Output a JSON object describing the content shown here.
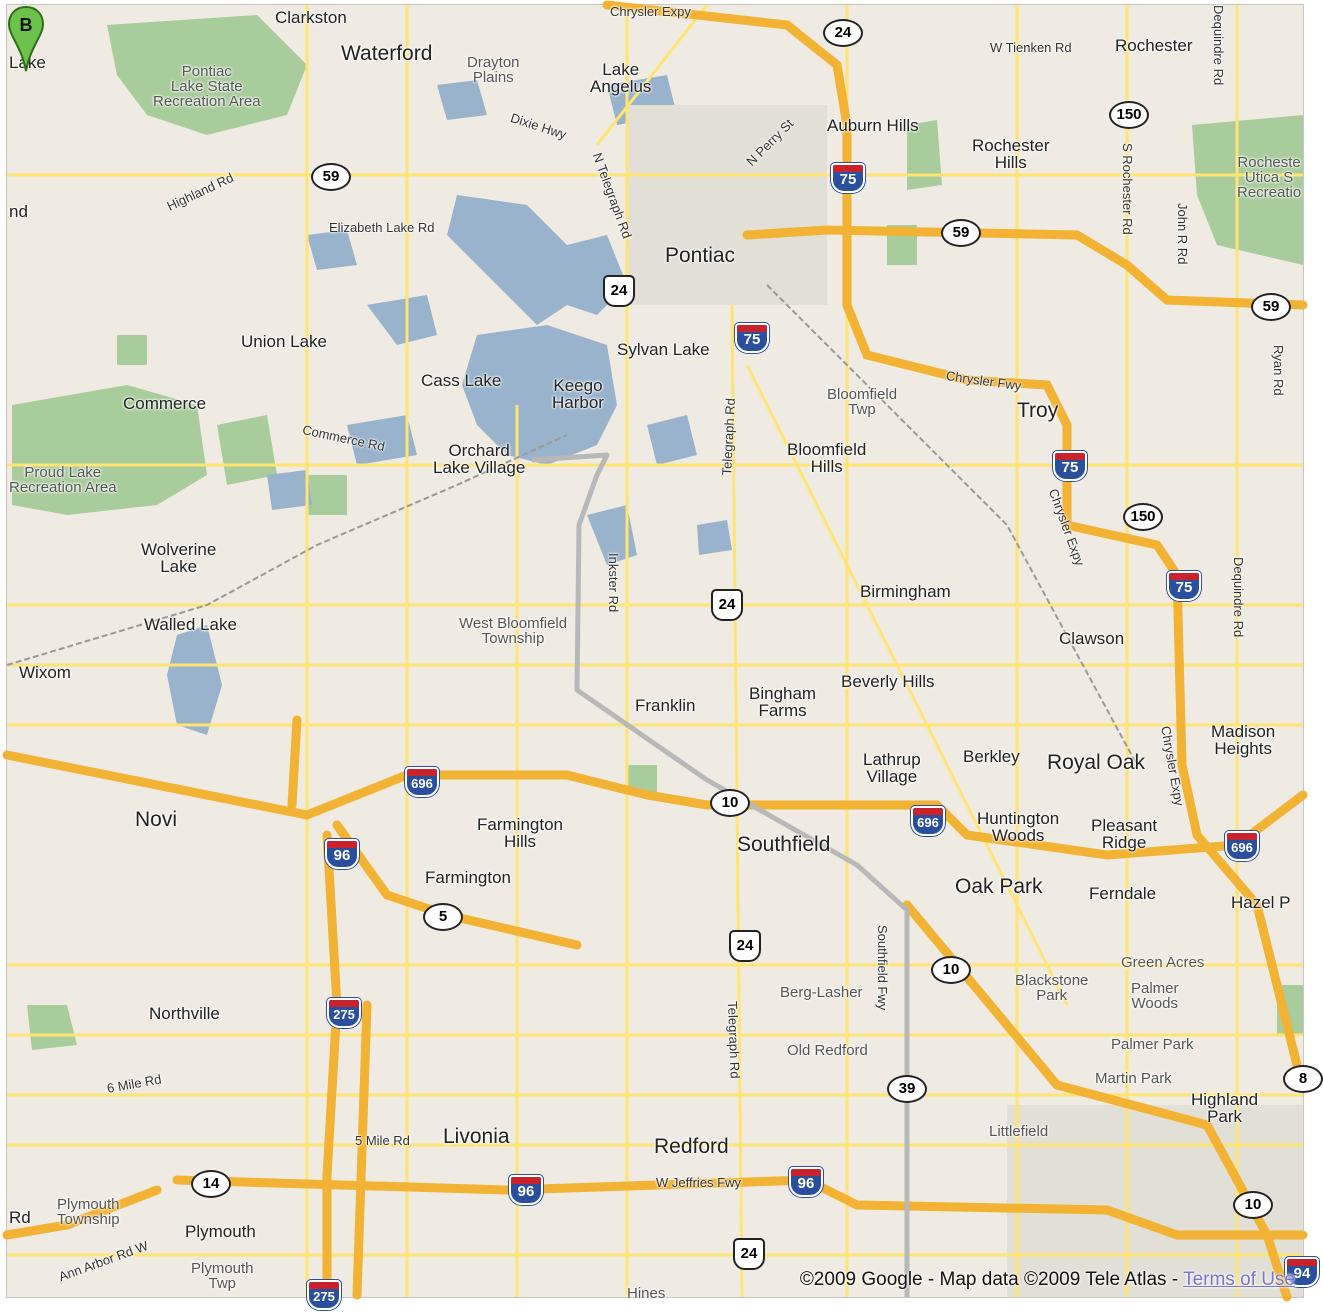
{
  "map": {
    "colors": {
      "land": "#efebe2",
      "water": "#99b3cc",
      "park": "#9cc78f",
      "freeway": "#f2b233",
      "arterial": "#ffe472",
      "local": "#ffffff",
      "route": "#b8b8b8",
      "marker": "#6cc24a"
    },
    "marker": {
      "letter": "B",
      "icon": "map-pin-icon"
    },
    "places": [
      {
        "name": "Clarkston",
        "cls": "town"
      },
      {
        "name": "Waterford",
        "cls": "city"
      },
      {
        "name": "Drayton\nPlains",
        "cls": "small"
      },
      {
        "name": "Lake\nAngelus",
        "cls": "town"
      },
      {
        "name": "Lake",
        "cls": "town"
      },
      {
        "name": "Pontiac\nLake State\nRecreation Area",
        "cls": "small"
      },
      {
        "name": "Auburn Hills",
        "cls": "town"
      },
      {
        "name": "Rochester",
        "cls": "town"
      },
      {
        "name": "Rochester\nHills",
        "cls": "town"
      },
      {
        "name": "Rocheste\nUtica S\nRecreatio",
        "cls": "small"
      },
      {
        "name": "Pontiac",
        "cls": "city"
      },
      {
        "name": "Union Lake",
        "cls": "town"
      },
      {
        "name": "Sylvan Lake",
        "cls": "town"
      },
      {
        "name": "Cass Lake",
        "cls": "town"
      },
      {
        "name": "Keego\nHarbor",
        "cls": "town"
      },
      {
        "name": "Commerce",
        "cls": "town"
      },
      {
        "name": "Orchard\nLake Village",
        "cls": "town"
      },
      {
        "name": "Bloomfield\nTwp",
        "cls": "small"
      },
      {
        "name": "Troy",
        "cls": "city"
      },
      {
        "name": "Bloomfield\nHills",
        "cls": "town"
      },
      {
        "name": "Proud Lake\nRecreation Area",
        "cls": "small"
      },
      {
        "name": "Wolverine\nLake",
        "cls": "town"
      },
      {
        "name": "Walled Lake",
        "cls": "town"
      },
      {
        "name": "Birmingham",
        "cls": "town"
      },
      {
        "name": "West Bloomfield\nTownship",
        "cls": "small"
      },
      {
        "name": "Clawson",
        "cls": "town"
      },
      {
        "name": "Wixom",
        "cls": "town"
      },
      {
        "name": "Franklin",
        "cls": "town"
      },
      {
        "name": "Bingham\nFarms",
        "cls": "town"
      },
      {
        "name": "Beverly Hills",
        "cls": "town"
      },
      {
        "name": "Madison\nHeights",
        "cls": "town"
      },
      {
        "name": "Lathrup\nVillage",
        "cls": "town"
      },
      {
        "name": "Berkley",
        "cls": "town"
      },
      {
        "name": "Royal Oak",
        "cls": "city"
      },
      {
        "name": "Novi",
        "cls": "city"
      },
      {
        "name": "Farmington\nHills",
        "cls": "town"
      },
      {
        "name": "Southfield",
        "cls": "city"
      },
      {
        "name": "Huntington\nWoods",
        "cls": "town"
      },
      {
        "name": "Pleasant\nRidge",
        "cls": "town"
      },
      {
        "name": "Farmington",
        "cls": "town"
      },
      {
        "name": "Oak Park",
        "cls": "city"
      },
      {
        "name": "Ferndale",
        "cls": "town"
      },
      {
        "name": "Hazel P",
        "cls": "town"
      },
      {
        "name": "Green Acres",
        "cls": "small"
      },
      {
        "name": "Blackstone\nPark",
        "cls": "small"
      },
      {
        "name": "Palmer\nWoods",
        "cls": "small"
      },
      {
        "name": "Berg-Lasher",
        "cls": "small"
      },
      {
        "name": "Northville",
        "cls": "town"
      },
      {
        "name": "Old Redford",
        "cls": "small"
      },
      {
        "name": "Palmer Park",
        "cls": "small"
      },
      {
        "name": "Martin Park",
        "cls": "small"
      },
      {
        "name": "Highland\nPark",
        "cls": "town"
      },
      {
        "name": "Livonia",
        "cls": "city"
      },
      {
        "name": "Redford",
        "cls": "city"
      },
      {
        "name": "Littlefield",
        "cls": "small"
      },
      {
        "name": "Plymouth\nTownship",
        "cls": "small"
      },
      {
        "name": "Plymouth",
        "cls": "town"
      },
      {
        "name": "Plymouth\nTwp",
        "cls": "small"
      },
      {
        "name": "Hines",
        "cls": "small"
      },
      {
        "name": "nd",
        "cls": "town"
      },
      {
        "name": "Rd",
        "cls": "town"
      }
    ],
    "roads": [
      {
        "name": "Chrysler Expy"
      },
      {
        "name": "W Tienken Rd"
      },
      {
        "name": "Dequindre Rd"
      },
      {
        "name": "Dixie Hwy"
      },
      {
        "name": "N Telegraph Rd"
      },
      {
        "name": "N Perry St"
      },
      {
        "name": "S Rochester Rd"
      },
      {
        "name": "John R Rd"
      },
      {
        "name": "Highland Rd"
      },
      {
        "name": "Elizabeth Lake Rd"
      },
      {
        "name": "Ryan Rd"
      },
      {
        "name": "Commerce Rd"
      },
      {
        "name": "Chrysler Fwy"
      },
      {
        "name": "Telegraph Rd"
      },
      {
        "name": "Chrysler Expy"
      },
      {
        "name": "Inkster Rd"
      },
      {
        "name": "Dequindre Rd"
      },
      {
        "name": "Chrysler Expy"
      },
      {
        "name": "Telegraph Rd"
      },
      {
        "name": "6 Mile Rd"
      },
      {
        "name": "5 Mile Rd"
      },
      {
        "name": "W Jeffries Fwy"
      },
      {
        "name": "Ann Arbor Rd W"
      },
      {
        "name": "Southfield Fwy"
      }
    ],
    "shields": [
      {
        "type": "state",
        "num": "24"
      },
      {
        "type": "state",
        "num": "150"
      },
      {
        "type": "state",
        "num": "59"
      },
      {
        "type": "interstate",
        "num": "75"
      },
      {
        "type": "state",
        "num": "59"
      },
      {
        "type": "us",
        "num": "24"
      },
      {
        "type": "interstate",
        "num": "75"
      },
      {
        "type": "state",
        "num": "59"
      },
      {
        "type": "interstate",
        "num": "75"
      },
      {
        "type": "state",
        "num": "150"
      },
      {
        "type": "us",
        "num": "24"
      },
      {
        "type": "interstate",
        "num": "75"
      },
      {
        "type": "interstate",
        "num": "696"
      },
      {
        "type": "state",
        "num": "10"
      },
      {
        "type": "interstate",
        "num": "696"
      },
      {
        "type": "interstate",
        "num": "96"
      },
      {
        "type": "interstate",
        "num": "696"
      },
      {
        "type": "state",
        "num": "5"
      },
      {
        "type": "us",
        "num": "24"
      },
      {
        "type": "state",
        "num": "10"
      },
      {
        "type": "interstate",
        "num": "275"
      },
      {
        "type": "state",
        "num": "39"
      },
      {
        "type": "state",
        "num": "14"
      },
      {
        "type": "interstate",
        "num": "96"
      },
      {
        "type": "interstate",
        "num": "96"
      },
      {
        "type": "state",
        "num": "10"
      },
      {
        "type": "us",
        "num": "24"
      },
      {
        "type": "interstate",
        "num": "275"
      },
      {
        "type": "interstate",
        "num": "94"
      },
      {
        "type": "state",
        "num": "8"
      }
    ],
    "copyright": {
      "text": "©2009 Google - Map data ©2009 Tele Atlas - ",
      "link": "Terms of Use"
    }
  }
}
